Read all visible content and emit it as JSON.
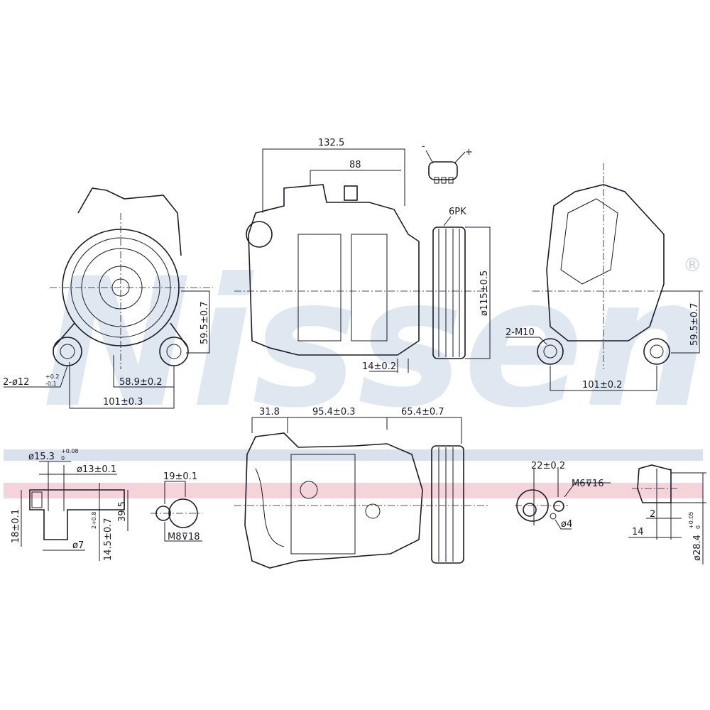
{
  "watermark": {
    "brand": "Nissens",
    "registered": "®",
    "color": "#dfe7f1"
  },
  "bands": {
    "blue": "#d9e2ec",
    "pink": "#f4d4d9"
  },
  "top_views": {
    "left": {
      "height": "59.5±0.7",
      "offset": "58.9±0.2",
      "width": "101±0.3",
      "holes": "2-ø12",
      "holes_tol_upper": "+0.2",
      "holes_tol_lower": "-0.1"
    },
    "middle": {
      "overall_length": "132.5",
      "connector_offset": "88",
      "pulley_type": "6PK",
      "pulley_diameter": "ø115±0.5",
      "pulley_offset": "14±0.2",
      "connector_minus": "-",
      "connector_plus": "+"
    },
    "right": {
      "threads": "2-M10",
      "height": "59.5±0.7",
      "width": "101±0.2"
    }
  },
  "bottom_views": {
    "side": {
      "dim_a": "31.8",
      "dim_b": "95.4±0.3",
      "dim_c": "65.4±0.7"
    },
    "port_section": {
      "outer_dia": "ø15.3",
      "outer_tol": "+0.08",
      "outer_tol_lower": "0",
      "inner_dia": "ø13±0.1",
      "height": "18±0.1",
      "small": "2+0.8",
      "depth": "39.5",
      "offset": "14.5±0.7",
      "bore": "ø7"
    },
    "port_face_1": {
      "spacing": "19±0.1",
      "thread": "M8⊽18"
    },
    "port_face_2": {
      "spacing": "22±0.2",
      "thread": "M6⊽16",
      "pin": "ø4"
    },
    "port_side_2": {
      "step": "2",
      "length": "14",
      "dia": "ø28.4",
      "dia_tol": "+0.05",
      "dia_tol_lower": "0"
    }
  }
}
